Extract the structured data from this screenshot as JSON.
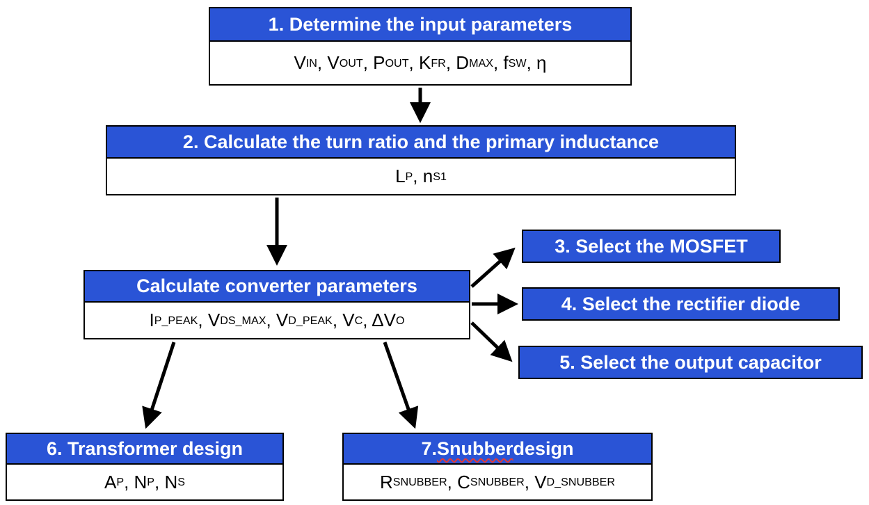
{
  "colors": {
    "header_bg": "#2a54d6",
    "header_text": "#ffffff",
    "body_bg": "#ffffff",
    "body_text": "#000000",
    "border": "#000000",
    "arrow": "#000000"
  },
  "boxes": {
    "step1": {
      "title": "1. Determine the input parameters",
      "params": [
        {
          "t": "V",
          "s": "IN"
        },
        {
          "t": ", V",
          "s": "OUT"
        },
        {
          "t": ", P",
          "s": "OUT"
        },
        {
          "t": ", K",
          "s": "FR"
        },
        {
          "t": ", D",
          "s": "MAX"
        },
        {
          "t": ", f",
          "s": "SW"
        },
        {
          "t": ", η"
        }
      ]
    },
    "step2": {
      "title": "2. Calculate the turn ratio and the primary inductance",
      "params": [
        {
          "t": "L",
          "s": "P"
        },
        {
          "t": ", n",
          "s": "S1"
        }
      ]
    },
    "converter": {
      "title": "Calculate converter parameters",
      "params": [
        {
          "t": "I",
          "s": "P_PEAK"
        },
        {
          "t": ", V",
          "s": "DS_MAX"
        },
        {
          "t": ", V",
          "s": "D_PEAK"
        },
        {
          "t": ", V",
          "s": "C"
        },
        {
          "t": ", ΔV",
          "s": "O"
        }
      ]
    },
    "step3": {
      "title": "3. Select the MOSFET"
    },
    "step4": {
      "title": "4. Select the rectifier diode"
    },
    "step5": {
      "title": "5. Select the output capacitor"
    },
    "step6": {
      "title": "6. Transformer design",
      "params": [
        {
          "t": "A",
          "s": "P"
        },
        {
          "t": ", N",
          "s": "P"
        },
        {
          "t": ", N",
          "s": "S"
        }
      ]
    },
    "step7": {
      "title_parts": [
        {
          "t": "7. "
        },
        {
          "t": "Snubber",
          "u": true
        },
        {
          "t": " design"
        }
      ],
      "params": [
        {
          "t": "R",
          "s": "SNUBBER"
        },
        {
          "t": ", C",
          "s": "SNUBBER"
        },
        {
          "t": ", V",
          "s": "D_SNUBBER"
        }
      ]
    }
  }
}
